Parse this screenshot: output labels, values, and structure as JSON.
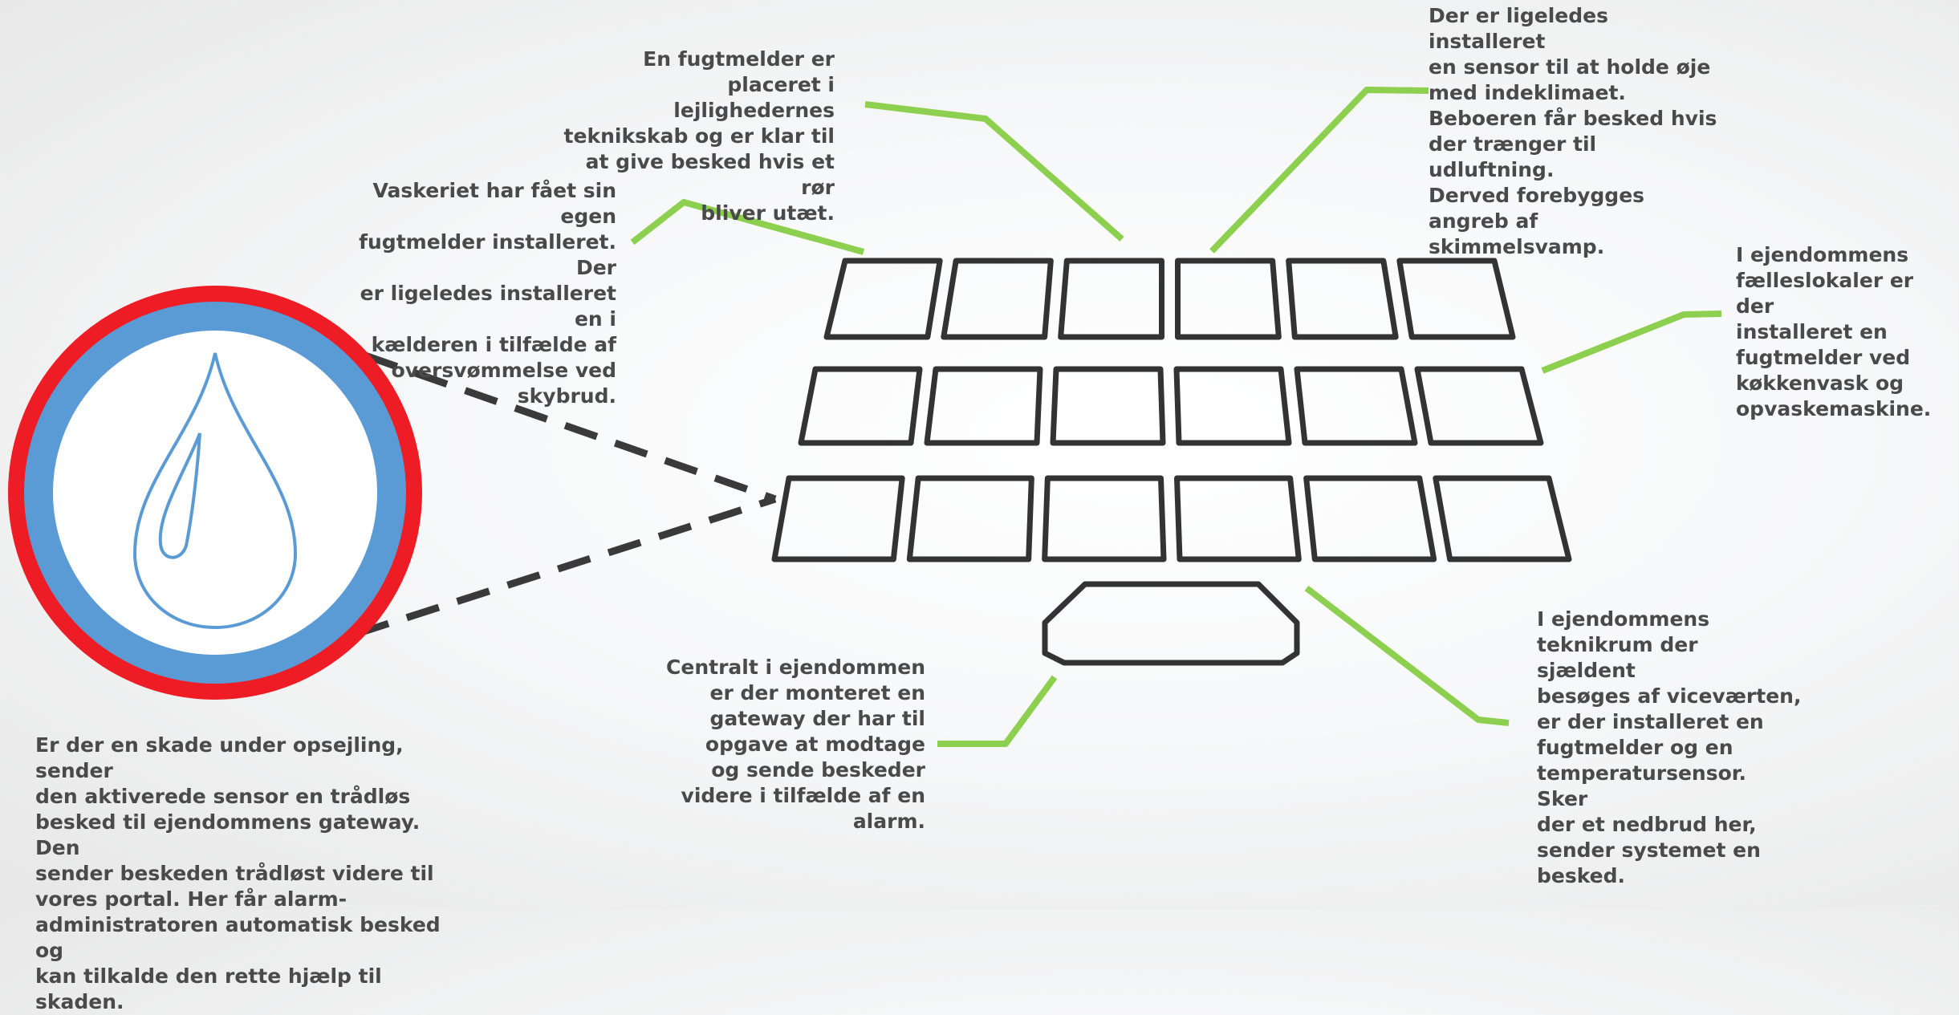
{
  "notes": {
    "humidity_tech_cabinet": "En fugtmelder er\nplaceret i lejlighedernes\nteknikskab og er klar til\nat give besked hvis et rør\nbliver utæt.",
    "laundry": "Vaskeriet har fået sin egen\nfugtmelder installeret. Der\ner ligeledes installeret en i\nkælderen i tilfælde af\noversvømmelse ved\nskybrud.",
    "indoor_climate": "Der er ligeledes installeret\nen sensor til at holde øje\nmed indeklimaet.\nBeboeren får besked hvis\nder trænger til udluftning.\nDerved forebygges\nangreb af skimmelsvamp.",
    "common_rooms": "I ejendommens\nfælleslokaler er der\ninstalleret en\nfugtmelder ved\nkøkkenvask og\nopvaskemaskine.",
    "tech_room": "I ejendommens\nteknikrum der sjældent\nbesøges af viceværten,\ner der installeret en\nfugtmelder og en\ntemperatursensor. Sker\nder et nedbrud her,\nsender systemet en\nbesked.",
    "gateway": "Centralt i ejendommen\ner der monteret en\ngateway der har til\nopgave at modtage\nog sende beskeder\nvidere i tilfælde af en\nalarm.",
    "leak_flow": "Er der en skade under opsejling, sender\nden aktiverede sensor en trådløs\nbesked til ejendommens gateway. Den\nsender beskeden trådløst videre til\nvores portal. Her får alarm-\nadministratoren automatisk besked og\nkan tilkalde den rette hjælp til skaden."
  },
  "colors": {
    "leader_line": "#8dcf4f",
    "building_outline": "#333333",
    "sensor_ring_outer": "#ee1c24",
    "sensor_ring_inner": "#5b9bd5",
    "drop_outline": "#5b9bd5",
    "dashed_line": "#3a3a3a"
  },
  "icons": {
    "sensor": "water-drop-icon"
  }
}
